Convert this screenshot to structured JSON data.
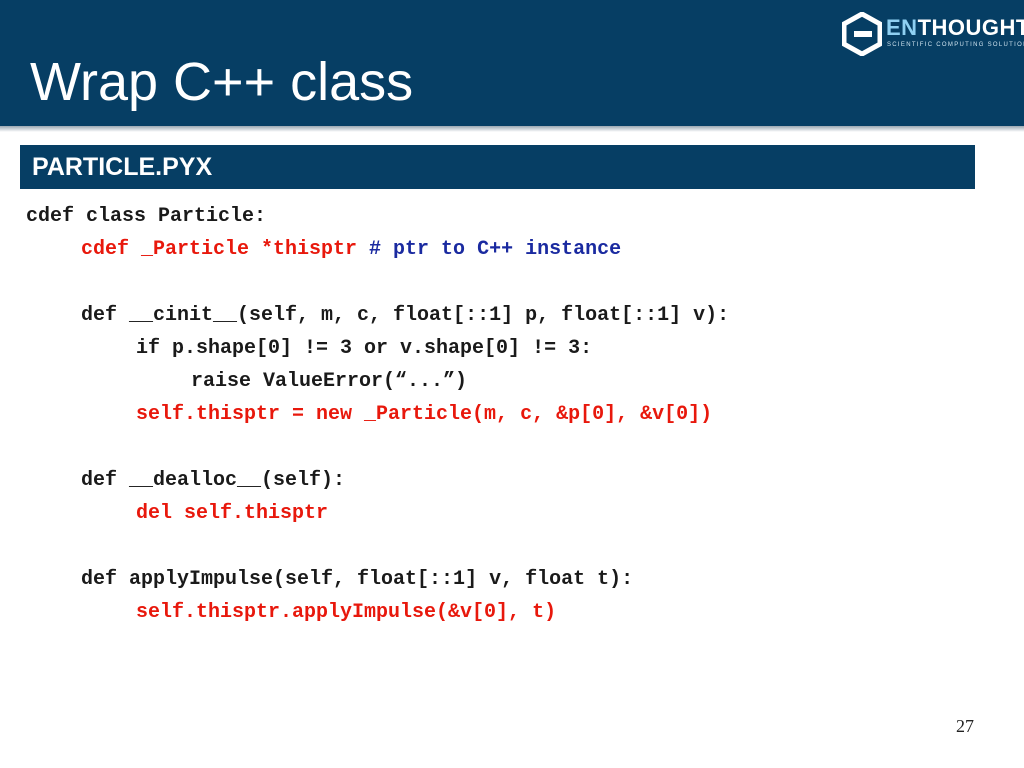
{
  "slide": {
    "title": "Wrap C++ class",
    "section_label": "PARTICLE.PYX",
    "page_number": "27"
  },
  "logo": {
    "word_en": "EN",
    "word_rest": "THOUGHT",
    "tagline": "SCIENTIFIC COMPUTING SOLUTIONS"
  },
  "code": {
    "l1": "cdef class Particle:",
    "l2_decl": "cdef _Particle *thisptr ",
    "l2_comment": "# ptr to C++ instance",
    "l4": "def __cinit__(self, m, c, float[::1] p, float[::1] v):",
    "l5": "if p.shape[0] != 3 or v.shape[0] != 3:",
    "l6": "raise ValueError(“...”)",
    "l7": "self.thisptr = new _Particle(m, c, &p[0], &v[0])",
    "l9": "def __dealloc__(self):",
    "l10": "del self.thisptr",
    "l12": "def applyImpulse(self, float[::1] v, float t):",
    "l13": "self.thisptr.applyImpulse(&v[0], t)"
  },
  "colors": {
    "header_bg": "#063e64",
    "highlight_red": "#e8180c",
    "comment_blue": "#1a2aa0"
  }
}
